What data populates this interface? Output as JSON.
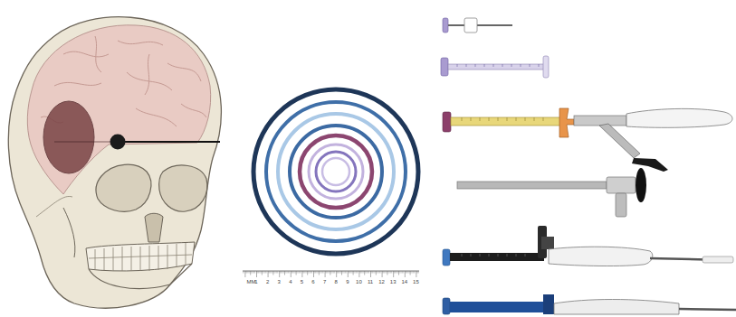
{
  "diagram": {
    "labels": [
      "MM",
      "1",
      "2",
      "3",
      "4",
      "5",
      "6",
      "7",
      "8",
      "9",
      "10",
      "11",
      "12",
      "13",
      "14",
      "15"
    ]
  }
}
